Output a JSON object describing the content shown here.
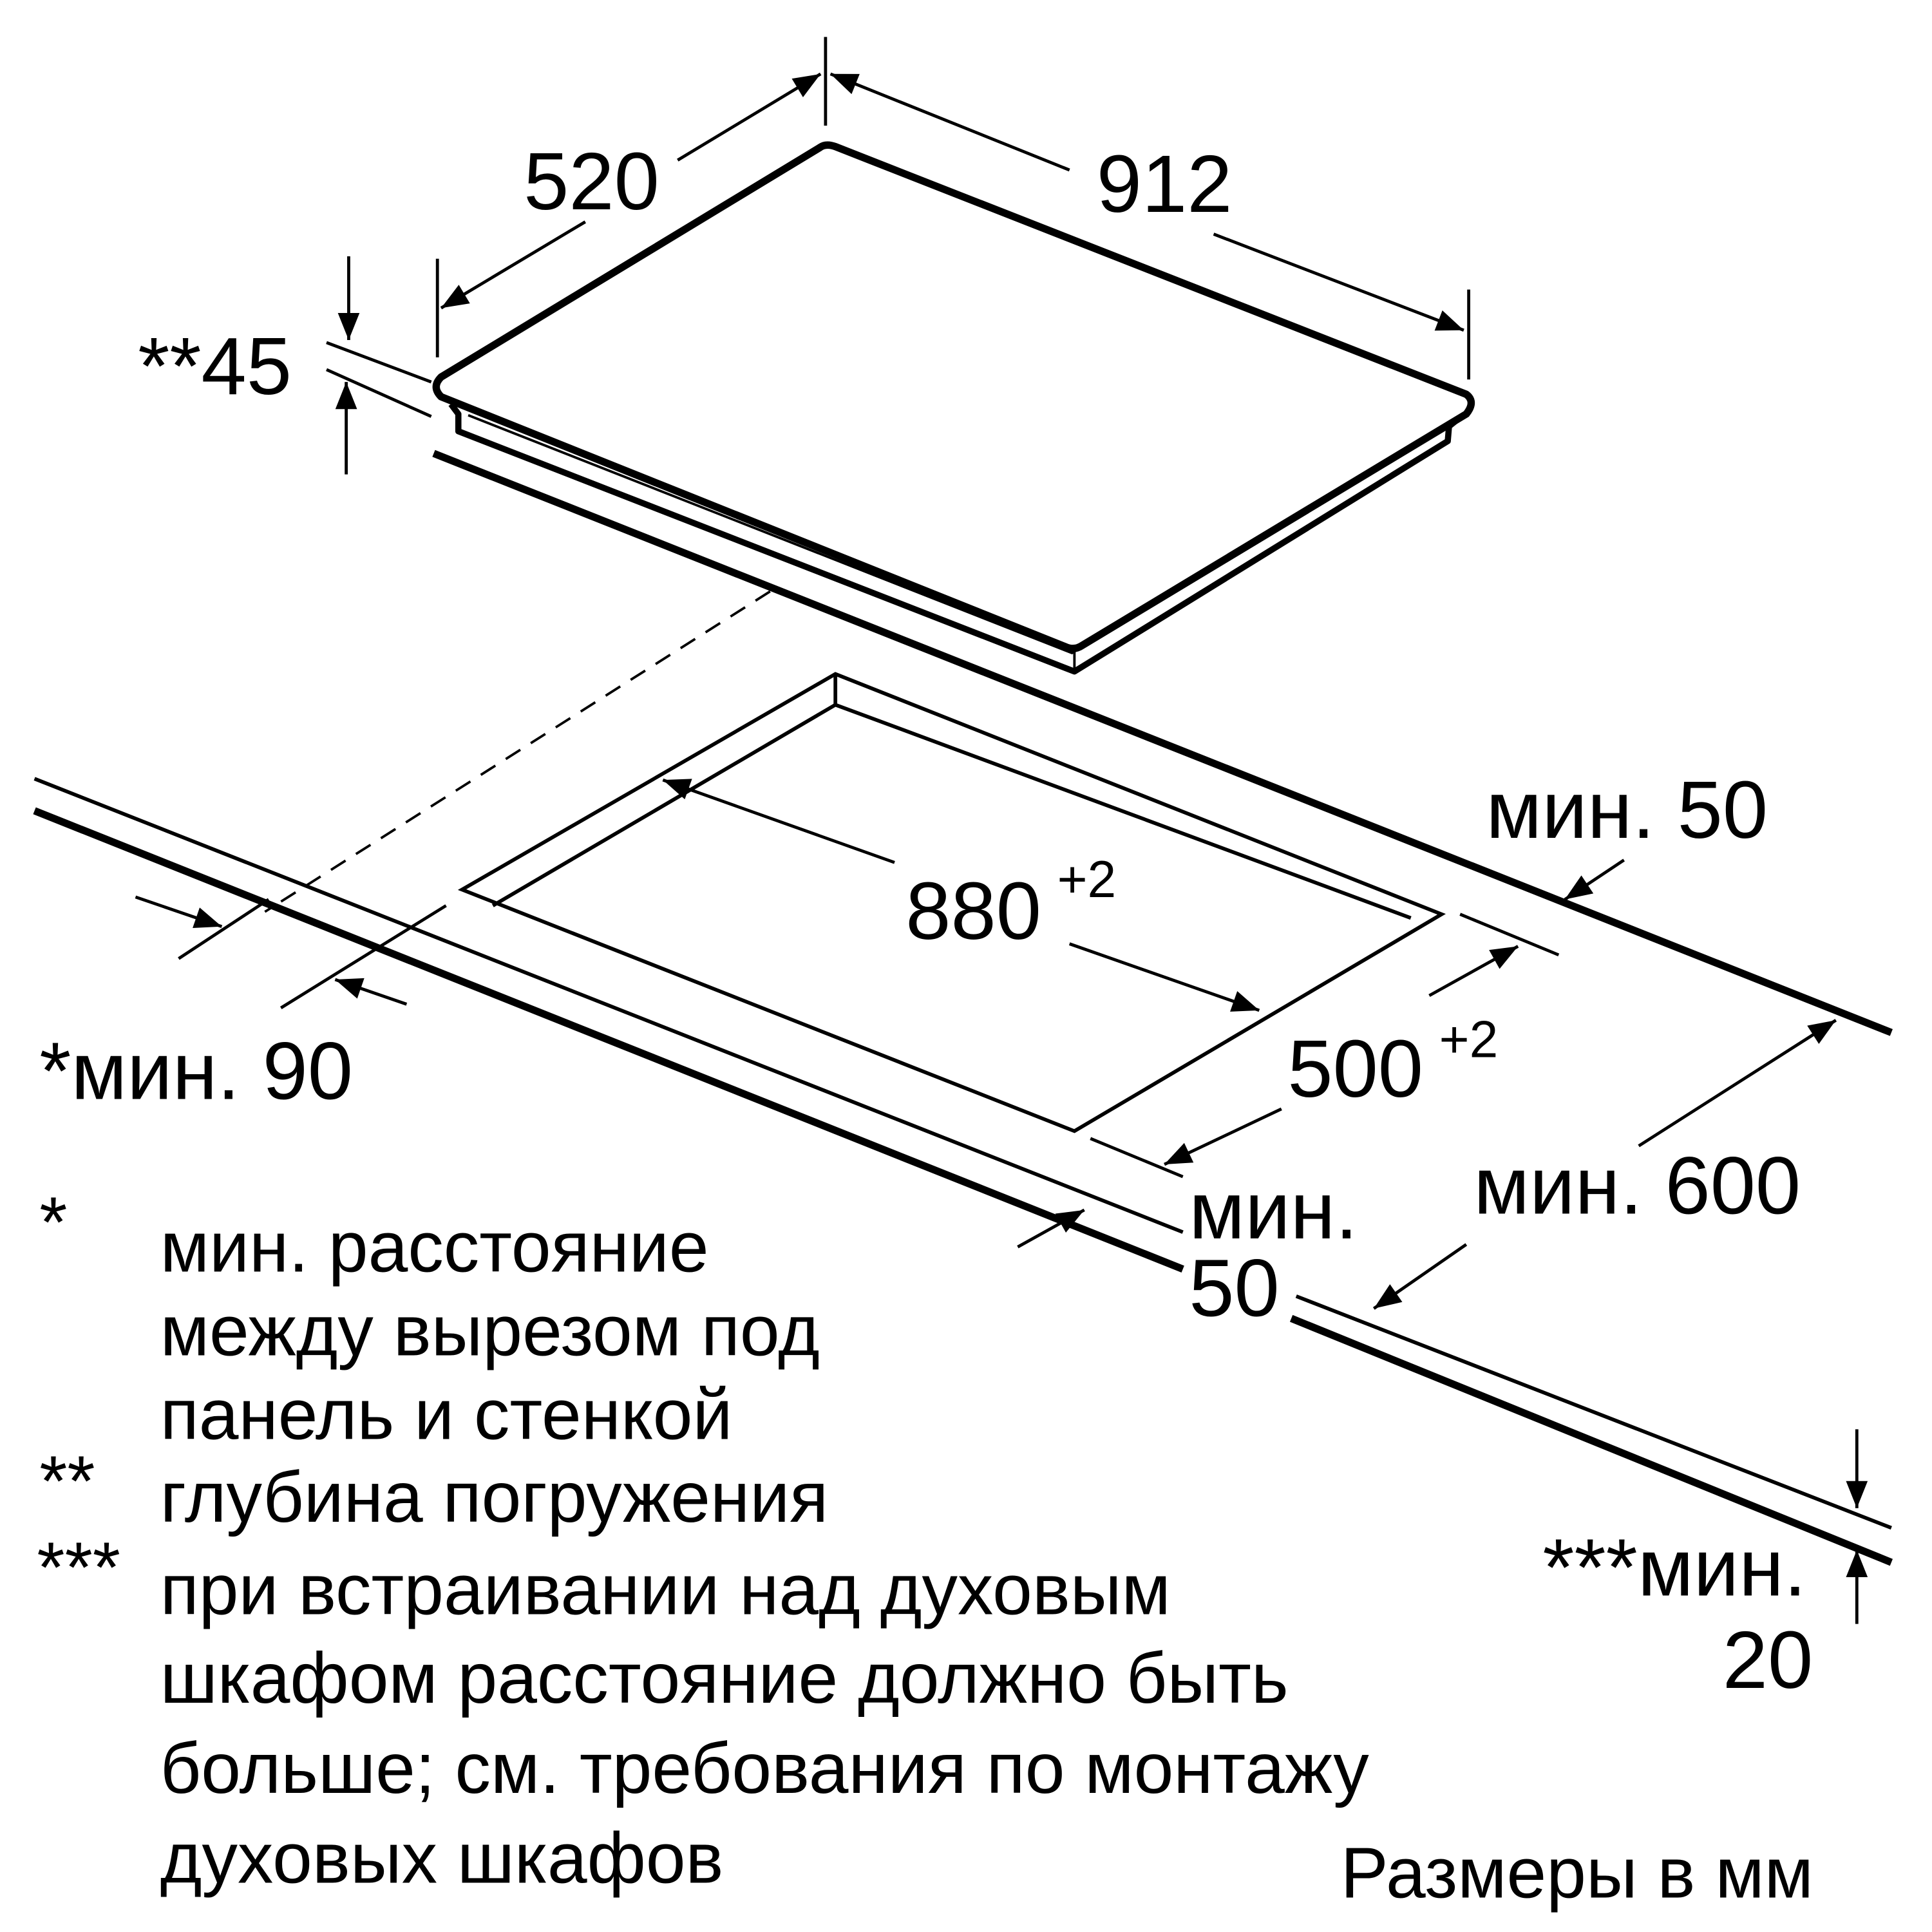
{
  "dimensions": {
    "depth": "520",
    "width": "912",
    "immersion": "**45",
    "cutout_width": "880",
    "cutout_width_tol": "+2",
    "cutout_depth": "500",
    "cutout_depth_tol": "+2",
    "min_back": "мин. 50",
    "min_side": "*мин. 90",
    "min_front_1": "мин.",
    "min_front_2": "50",
    "min_depth": "мин. 600",
    "min_bottom_1": "***мин.",
    "min_bottom_2": "20"
  },
  "legend": [
    {
      "mark": "*",
      "lines": [
        "мин. расстояние",
        "между вырезом под",
        "панель и стенкой"
      ]
    },
    {
      "mark": "**",
      "lines": [
        "глубина погружения"
      ]
    },
    {
      "mark": "***",
      "lines": [
        "при встраивании над духовым",
        "шкафом расстояние должно быть",
        "больше; см. требования по монтажу",
        "духовых шкафов"
      ]
    }
  ],
  "units_note": "Размеры в мм"
}
